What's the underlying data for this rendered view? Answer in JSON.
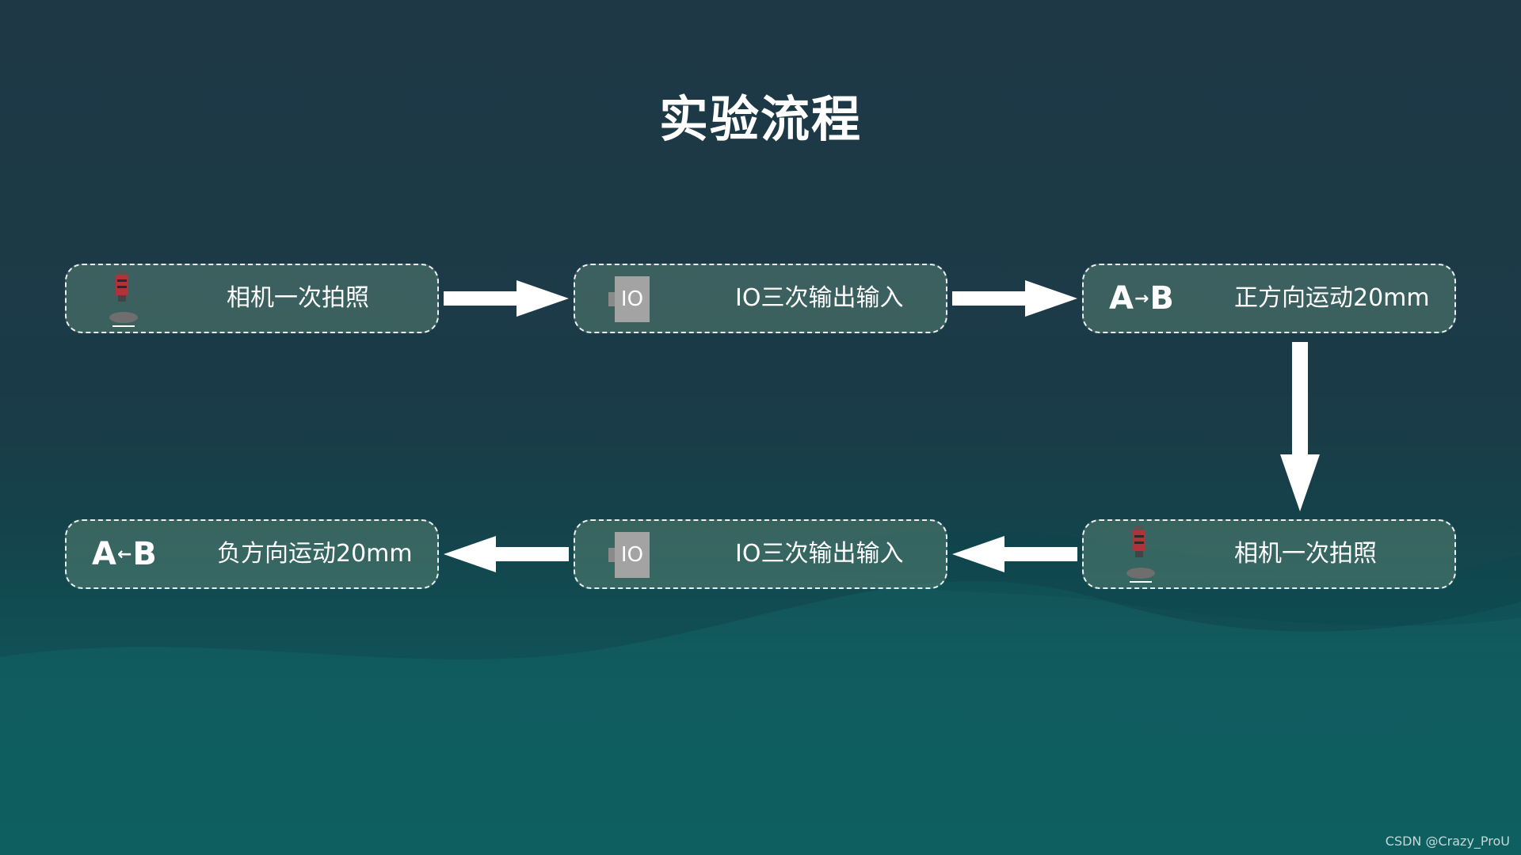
{
  "title": "实验流程",
  "steps": [
    {
      "label": "相机一次拍照",
      "icon": "camera-icon"
    },
    {
      "label": "IO三次输出输入",
      "icon": "io-module-icon",
      "icon_text": "IO"
    },
    {
      "label": "正方向运动20mm",
      "icon": "a-to-b-icon",
      "icon_a": "A",
      "icon_arrow": "→",
      "icon_b": "B"
    },
    {
      "label": "相机一次拍照",
      "icon": "camera-icon"
    },
    {
      "label": "IO三次输出输入",
      "icon": "io-module-icon",
      "icon_text": "IO"
    },
    {
      "label": "负方向运动20mm",
      "icon": "b-to-a-icon",
      "icon_a": "A",
      "icon_arrow": "←",
      "icon_b": "B"
    }
  ],
  "watermark": "CSDN @Crazy_ProU",
  "colors": {
    "background": "#1e3846",
    "box_fill": "#568273",
    "box_border": "#ffffff",
    "arrow": "#ffffff",
    "io_block": "#a3a3a3",
    "camera_red": "#b2323a"
  }
}
